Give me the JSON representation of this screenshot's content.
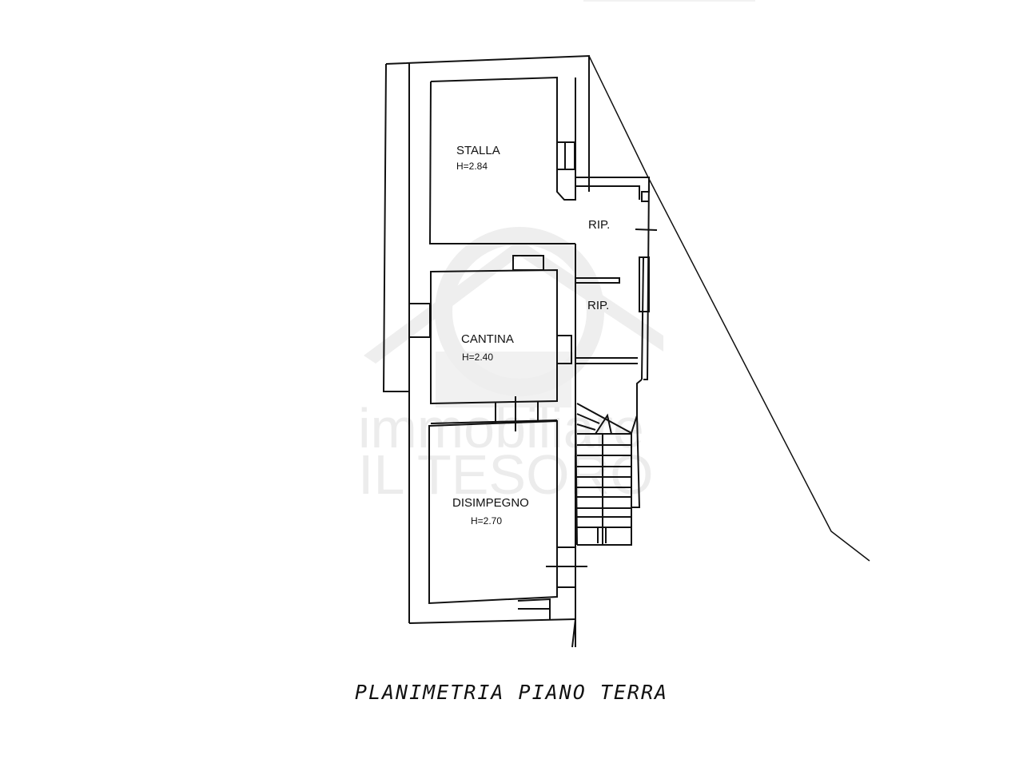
{
  "plan": {
    "title": "PLANIMETRIA PIANO TERRA",
    "rooms": [
      {
        "name": "STALLA",
        "height": "H=2.84"
      },
      {
        "name": "CANTINA",
        "height": "H=2.40"
      },
      {
        "name": "DISIMPEGNO",
        "height": "H=2.70"
      },
      {
        "name": "RIP.",
        "height": ""
      },
      {
        "name": "RIP.",
        "height": ""
      }
    ],
    "watermark": {
      "line1": "immobiliare",
      "line2": "IL TESORO"
    }
  },
  "colors": {
    "line": "#111111",
    "background": "#ffffff",
    "watermark": "#ececec"
  }
}
